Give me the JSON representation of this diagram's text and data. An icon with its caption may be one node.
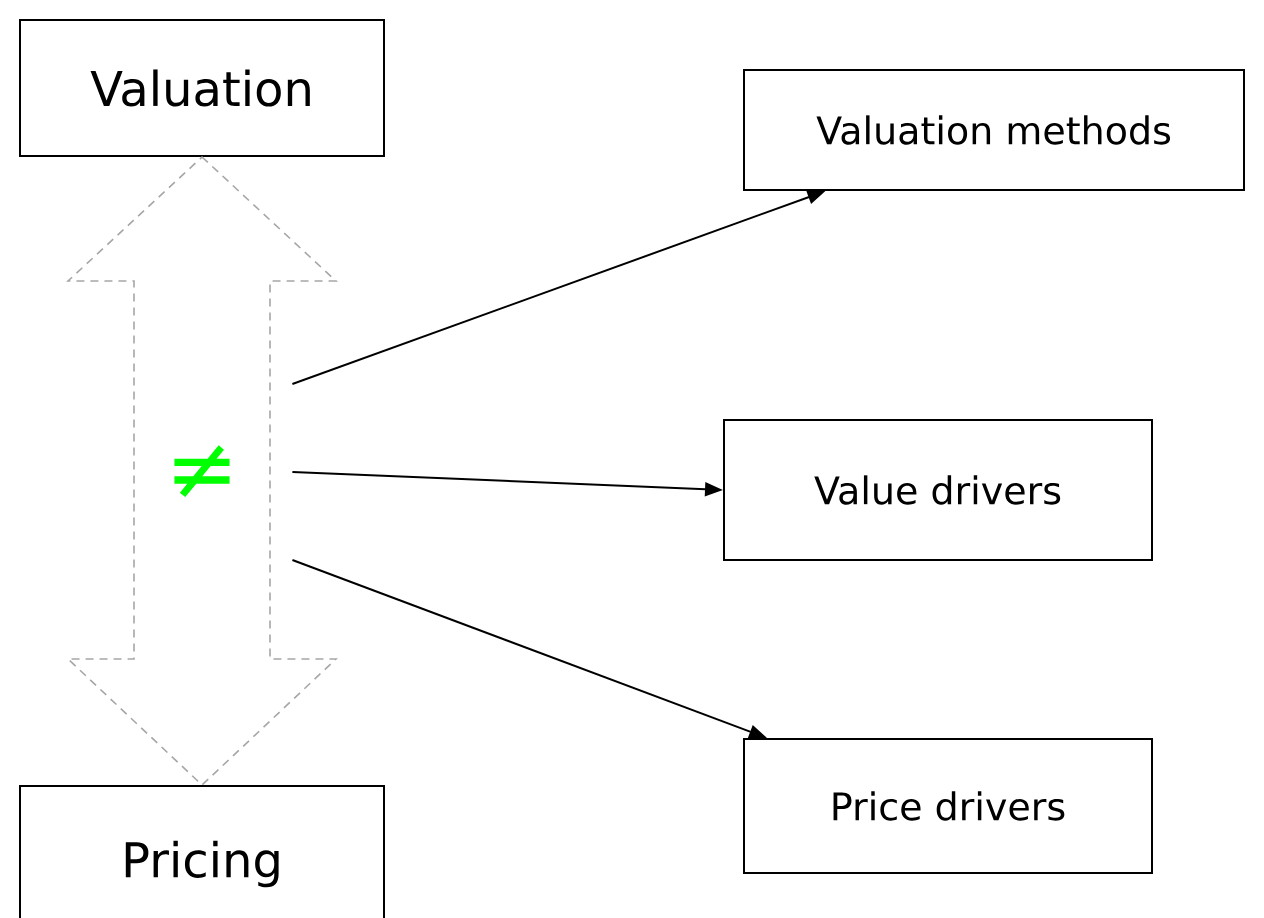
{
  "diagram": {
    "nodes": [
      {
        "text": [
          "Valuation"
        ]
      },
      {
        "text": [
          "Pricing"
        ]
      },
      {
        "text": [
          "≠"
        ]
      },
      {
        "text": [
          "Valuation methods"
        ]
      },
      {
        "text": [
          "Value drivers"
        ]
      },
      {
        "text": [
          "Price drivers"
        ]
      }
    ],
    "edges": [
      {
        "from": 0,
        "to": 1,
        "arrow": "both",
        "style": "dashed",
        "color": "#a6a6a6"
      },
      {
        "from": 2,
        "to": 3,
        "arrow": "to"
      },
      {
        "from": 2,
        "to": 4,
        "arrow": "to"
      },
      {
        "from": 2,
        "to": 5,
        "arrow": "to"
      }
    ]
  }
}
